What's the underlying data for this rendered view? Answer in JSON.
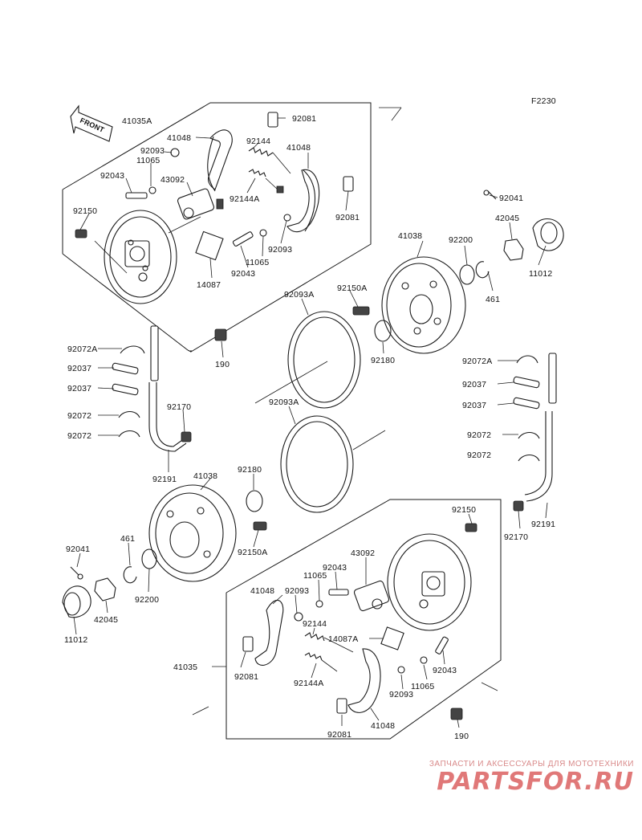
{
  "figure_code": "F2230",
  "front_label": "FRONT",
  "watermark": {
    "subtitle": "ЗАПЧАСТИ И АКСЕССУАРЫ ДЛЯ МОТОТЕХНИКИ",
    "logo": "PARTSFOR.RU"
  },
  "callouts": {
    "c_41035A": "41035A",
    "c_41048_a": "41048",
    "c_92081_a": "92081",
    "c_92093_a": "92093",
    "c_92144_a": "92144",
    "c_41048_b": "41048",
    "c_11065_a": "11065",
    "c_43092_a": "43092",
    "c_92043_a": "92043",
    "c_92144A_a": "92144A",
    "c_92081_b": "92081",
    "c_92150_a": "92150",
    "c_92093_b": "92093",
    "c_11065_b": "11065",
    "c_92043_b": "92043",
    "c_14087": "14087",
    "c_92041_a": "92041",
    "c_42045_a": "42045",
    "c_11012_a": "11012",
    "c_41038_a": "41038",
    "c_92200_a": "92200",
    "c_461_a": "461",
    "c_92093A_a": "92093A",
    "c_92150A_a": "92150A",
    "c_190_a": "190",
    "c_92180_a": "92180",
    "c_92072A_a": "92072A",
    "c_92037_a": "92037",
    "c_92037_b": "92037",
    "c_92072_a": "92072",
    "c_92072_b": "92072",
    "c_92170_a": "92170",
    "c_92093A_b": "92093A",
    "c_92191_a": "92191",
    "c_41038_b": "41038",
    "c_92180_b": "92180",
    "c_92072A_b": "92072A",
    "c_92037_c": "92037",
    "c_92037_d": "92037",
    "c_92072_c": "92072",
    "c_92072_d": "92072",
    "c_92150_b": "92150",
    "c_92191_b": "92191",
    "c_92170_b": "92170",
    "c_92150A_b": "92150A",
    "c_92041_b": "92041",
    "c_461_b": "461",
    "c_43092_b": "43092",
    "c_92043_c": "92043",
    "c_11065_c": "11065",
    "c_42045_b": "42045",
    "c_92200_b": "92200",
    "c_11012_b": "11012",
    "c_41048_c": "41048",
    "c_92093_c": "92093",
    "c_92144_b": "92144",
    "c_14087A": "14087A",
    "c_41035": "41035",
    "c_92081_c": "92081",
    "c_92144A_b": "92144A",
    "c_92043_d": "92043",
    "c_11065_d": "11065",
    "c_92093_d": "92093",
    "c_92081_d": "92081",
    "c_41048_d": "41048",
    "c_190_b": "190"
  }
}
